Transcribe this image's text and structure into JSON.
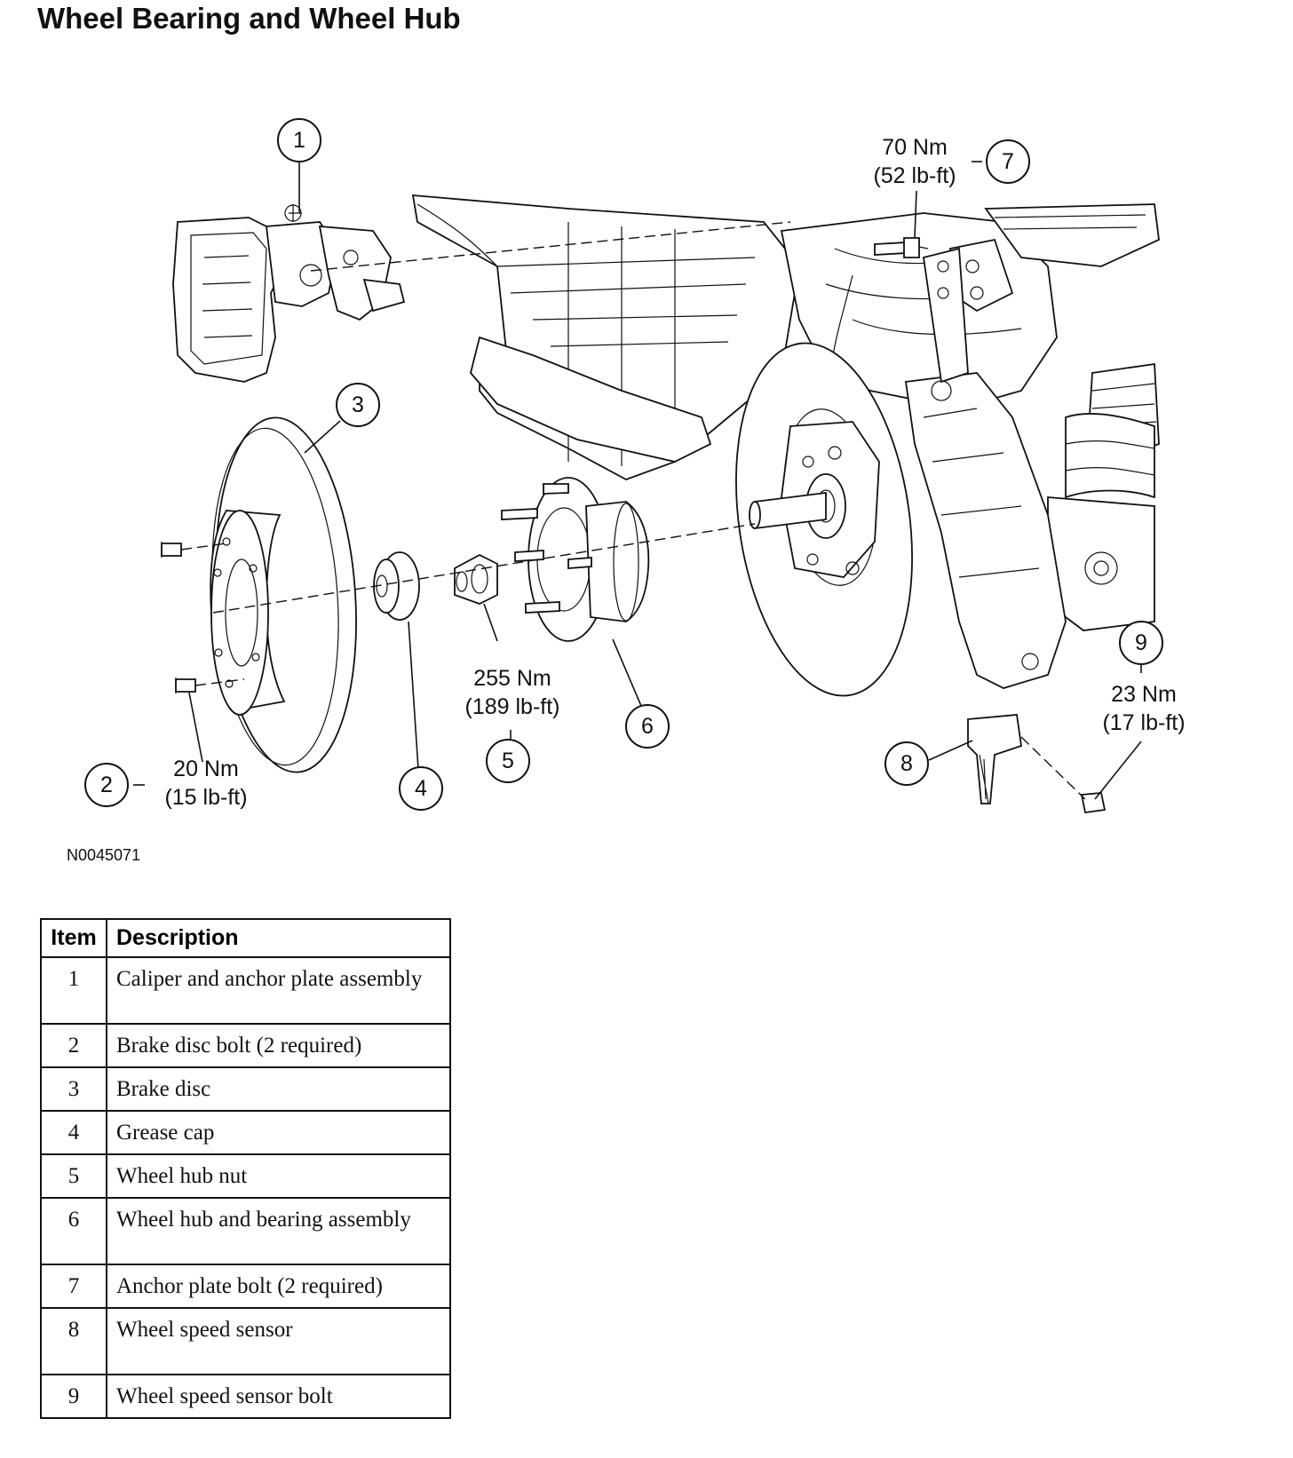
{
  "title": "Wheel Bearing and Wheel Hub",
  "figure_code": "N0045071",
  "callouts": [
    "1",
    "2",
    "3",
    "4",
    "5",
    "6",
    "7",
    "8",
    "9"
  ],
  "torque_specs": [
    {
      "item": "2",
      "line1": "20 Nm",
      "line2": "(15 lb-ft)"
    },
    {
      "item": "5",
      "line1": "255 Nm",
      "line2": "(189 lb-ft)"
    },
    {
      "item": "7",
      "line1": "70 Nm",
      "line2": "(52 lb-ft)"
    },
    {
      "item": "9",
      "line1": "23 Nm",
      "line2": "(17 lb-ft)"
    }
  ],
  "legend": {
    "headers": [
      "Item",
      "Description"
    ],
    "rows": [
      {
        "item": "1",
        "description": "Caliper and anchor plate assembly"
      },
      {
        "item": "2",
        "description": "Brake disc bolt (2 required)"
      },
      {
        "item": "3",
        "description": "Brake disc"
      },
      {
        "item": "4",
        "description": "Grease cap"
      },
      {
        "item": "5",
        "description": "Wheel hub nut"
      },
      {
        "item": "6",
        "description": "Wheel hub and bearing assembly"
      },
      {
        "item": "7",
        "description": "Anchor plate bolt (2 required)"
      },
      {
        "item": "8",
        "description": "Wheel speed sensor"
      },
      {
        "item": "9",
        "description": "Wheel speed sensor bolt"
      }
    ]
  }
}
